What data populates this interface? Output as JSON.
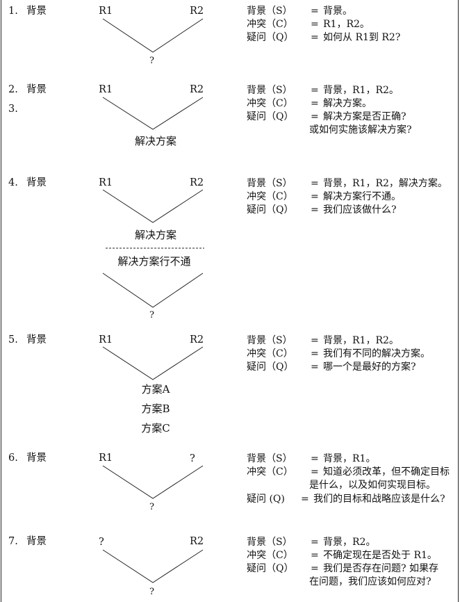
{
  "sections": [
    {
      "number": "1.",
      "label": "背景",
      "left_end": "R1",
      "right_end": "R2",
      "bottom": "?",
      "texts": [
        {
          "key": "背景（S）",
          "eq": "=",
          "val": "背景。"
        },
        {
          "key": "冲突（C）",
          "eq": "=",
          "val": "R1，R2。"
        },
        {
          "key": "疑问（Q）",
          "eq": "=",
          "val": "如何从 R1到 R2?"
        }
      ]
    },
    {
      "number": "2.",
      "number_extra": "3.",
      "label": "背景",
      "left_end": "R1",
      "right_end": "R2",
      "bottom": "解决方案",
      "texts": [
        {
          "key": "背景（S）",
          "eq": "=",
          "val": "背景，R1，R2。"
        },
        {
          "key": "冲突（C）",
          "eq": "=",
          "val": "解决方案。"
        },
        {
          "key": "疑问（Q）",
          "eq": "=",
          "val": "解决方案是否正确?"
        },
        {
          "key": "",
          "eq": "",
          "val": "或如何实施该解决方案?"
        }
      ]
    },
    {
      "number": "4.",
      "label": "背景",
      "left_end": "R1",
      "right_end": "R2",
      "bottom": "解决方案",
      "below_dash": "解决方案行不通",
      "bottom2": "?",
      "texts": [
        {
          "key": "背景（S）",
          "eq": "=",
          "val": "背景，R1，R2，解决方案。"
        },
        {
          "key": "冲突（C）",
          "eq": "=",
          "val": "解决方案行不通。"
        },
        {
          "key": "疑问（Q）",
          "eq": "=",
          "val": "我们应该做什么?"
        }
      ]
    },
    {
      "number": "5.",
      "label": "背景",
      "left_end": "R1",
      "right_end": "R2",
      "options": [
        "方案A",
        "方案B",
        "方案C"
      ],
      "texts": [
        {
          "key": "背景（S）",
          "eq": "=",
          "val": "背景，R1，R2。"
        },
        {
          "key": "冲突（C）",
          "eq": "=",
          "val": "我们有不同的解决方案。"
        },
        {
          "key": "疑问（Q）",
          "eq": "=",
          "val": "哪一个是最好的方案?"
        }
      ]
    },
    {
      "number": "6.",
      "label": "背景",
      "left_end": "R1",
      "right_end": "?",
      "bottom": "?",
      "texts": [
        {
          "key": "背景（S）",
          "eq": "=",
          "val": "背景，R1。"
        },
        {
          "key": "冲突（C）",
          "eq": "=",
          "val": "知道必须改革，但不确定目标"
        },
        {
          "key": "",
          "eq": "",
          "val": "是什么，以及如何实现目标。"
        },
        {
          "key": "疑问 (Q)",
          "eq": "=",
          "val": "我们的目标和战略应该是什么?"
        }
      ]
    },
    {
      "number": "7.",
      "label": "背景",
      "left_end": "?",
      "right_end": "R2",
      "bottom": "?",
      "texts": [
        {
          "key": "背景（S）",
          "eq": "=",
          "val": "背景，R2。"
        },
        {
          "key": "冲突（C）",
          "eq": "=",
          "val": "不确定现在是否处于 R1。"
        },
        {
          "key": "疑问（Q）",
          "eq": "=",
          "val": "我们是否存在问题? 如果存"
        },
        {
          "key": "",
          "eq": "",
          "val": "在问题，我们应该如何应对?"
        }
      ]
    }
  ]
}
